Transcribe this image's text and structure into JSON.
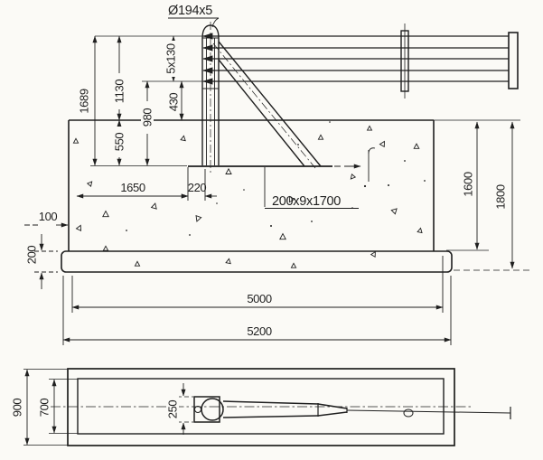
{
  "drawing": {
    "paper_color": "#fbfaf6",
    "ink_color": "#1f1f1f",
    "elevation": {
      "pipe_label": "Ø194x5",
      "plate_label": "200x9x1700",
      "dims": {
        "h_total_left": "1689",
        "h_upper": "1130",
        "h_spacing": "5x130",
        "h_collar": "430",
        "h_recess": "550",
        "h_mid": "980",
        "w_recess": "1650",
        "w_col": "220",
        "w_edge": "100",
        "t_slab": "200",
        "h_block": "1600",
        "h_total_right": "1800",
        "l_block": "5000",
        "l_slab": "5200"
      }
    },
    "plan": {
      "dims": {
        "w_slab": "900",
        "w_block": "700",
        "w_plate": "250"
      }
    }
  }
}
